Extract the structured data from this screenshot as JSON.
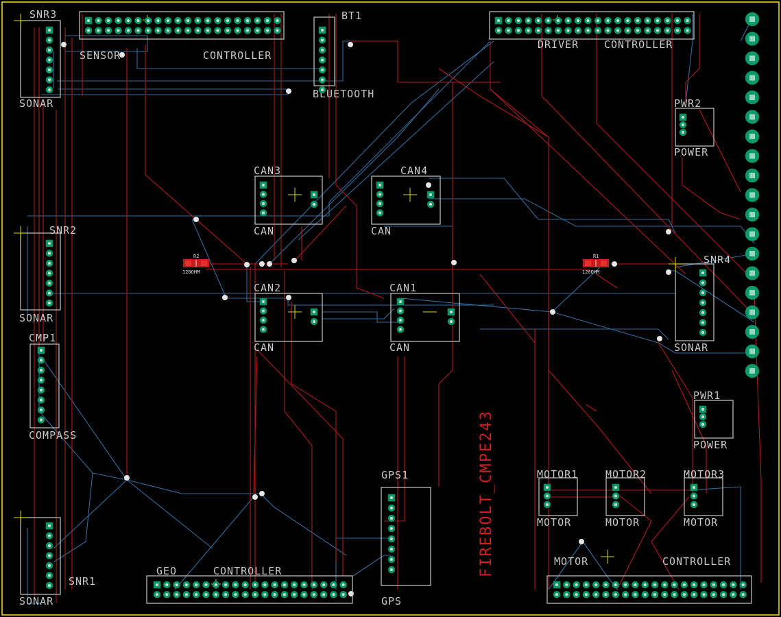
{
  "board": {
    "label": "FIREBOLT_CMPE243",
    "label_color": "#d01f1f"
  },
  "components": {
    "snr3": {
      "ref": "SNR3",
      "value": "SONAR"
    },
    "sensor_controller": {
      "value_a": "SENSOR",
      "value_b": "CONTROLLER"
    },
    "bt1": {
      "ref": "BT1",
      "value": "BLUETOOTH"
    },
    "driver_controller": {
      "value_a": "DRIVER",
      "value_b": "CONTROLLER"
    },
    "pwr2": {
      "ref": "PWR2",
      "value": "POWER"
    },
    "can3": {
      "ref": "CAN3",
      "value": "CAN"
    },
    "can4": {
      "ref": "CAN4",
      "value": "CAN"
    },
    "can2": {
      "ref": "CAN2",
      "value": "CAN"
    },
    "can1": {
      "ref": "CAN1",
      "value": "CAN"
    },
    "snr2": {
      "ref": "SNR2",
      "value": "SONAR"
    },
    "snr4": {
      "ref": "SNR4",
      "value": "SONAR"
    },
    "cmp1": {
      "ref": "CMP1",
      "value": "COMPASS"
    },
    "r2": {
      "ref": "R2",
      "value": "120OHM"
    },
    "r1": {
      "ref": "R1",
      "value": "120OHM"
    },
    "pwr1": {
      "ref": "PWR1",
      "value": "POWER"
    },
    "gps1": {
      "ref": "GPS1",
      "value": "GPS"
    },
    "geo_controller": {
      "value_a": "GEO",
      "value_b": "CONTROLLER"
    },
    "snr1": {
      "ref": "SNR1",
      "value": "SONAR"
    },
    "motor1": {
      "ref": "MOTOR1",
      "value": "MOTOR"
    },
    "motor2": {
      "ref": "MOTOR2",
      "value": "MOTOR"
    },
    "motor3": {
      "ref": "MOTOR3",
      "value": "MOTOR"
    },
    "motor_controller": {
      "value_a": "MOTOR",
      "value_b": "CONTROLLER"
    }
  },
  "colors": {
    "background": "#000000",
    "edge_cuts": "#e5d32a",
    "silkscreen": "#c8c8c8",
    "front_copper": "#b01c1c",
    "back_copper": "#2f6d9c",
    "pad": "#0c9a6b"
  }
}
